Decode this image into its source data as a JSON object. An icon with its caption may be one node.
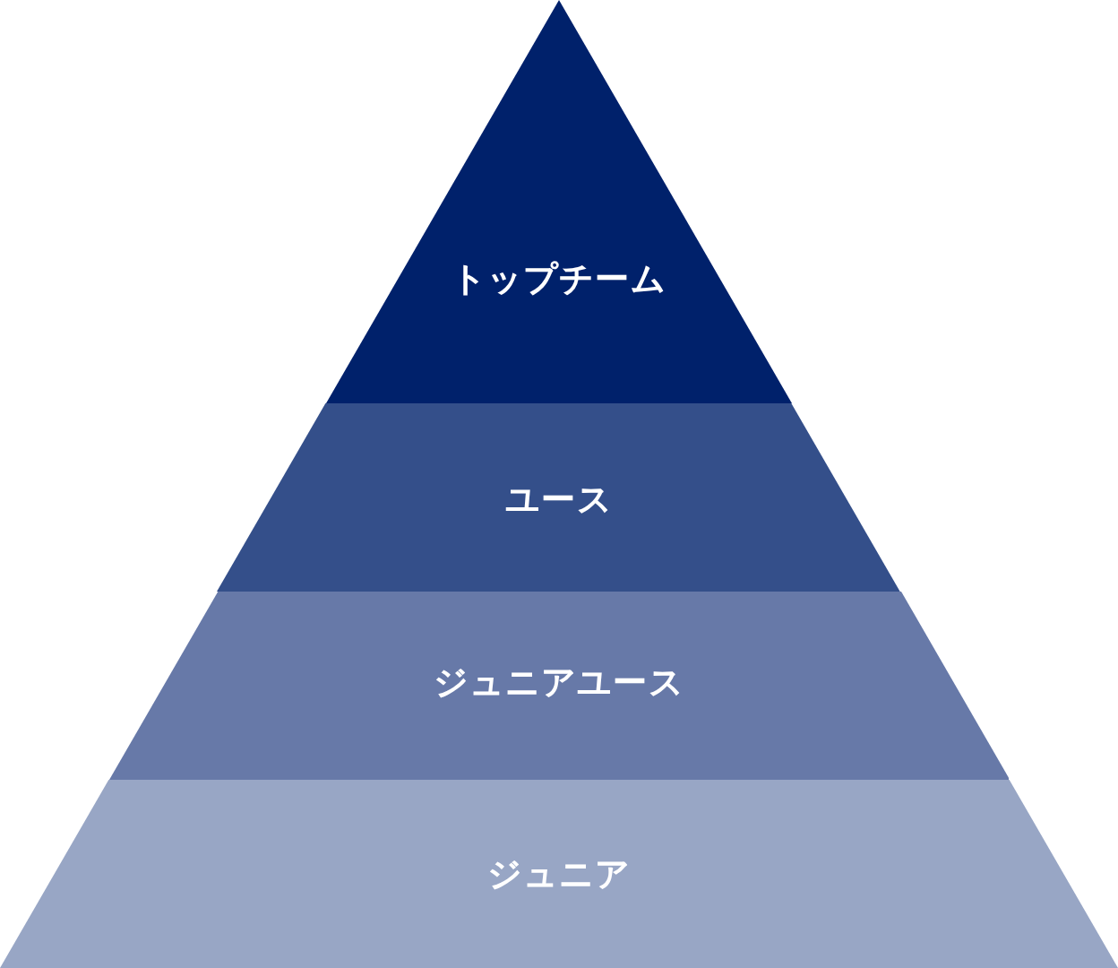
{
  "diagram": {
    "nodes": [
      {
        "text": [
          "トップチーム"
        ]
      },
      {
        "text": [
          "ユース"
        ]
      },
      {
        "text": [
          "ジュニアユース"
        ]
      },
      {
        "text": [
          "ジュニア"
        ]
      }
    ]
  }
}
